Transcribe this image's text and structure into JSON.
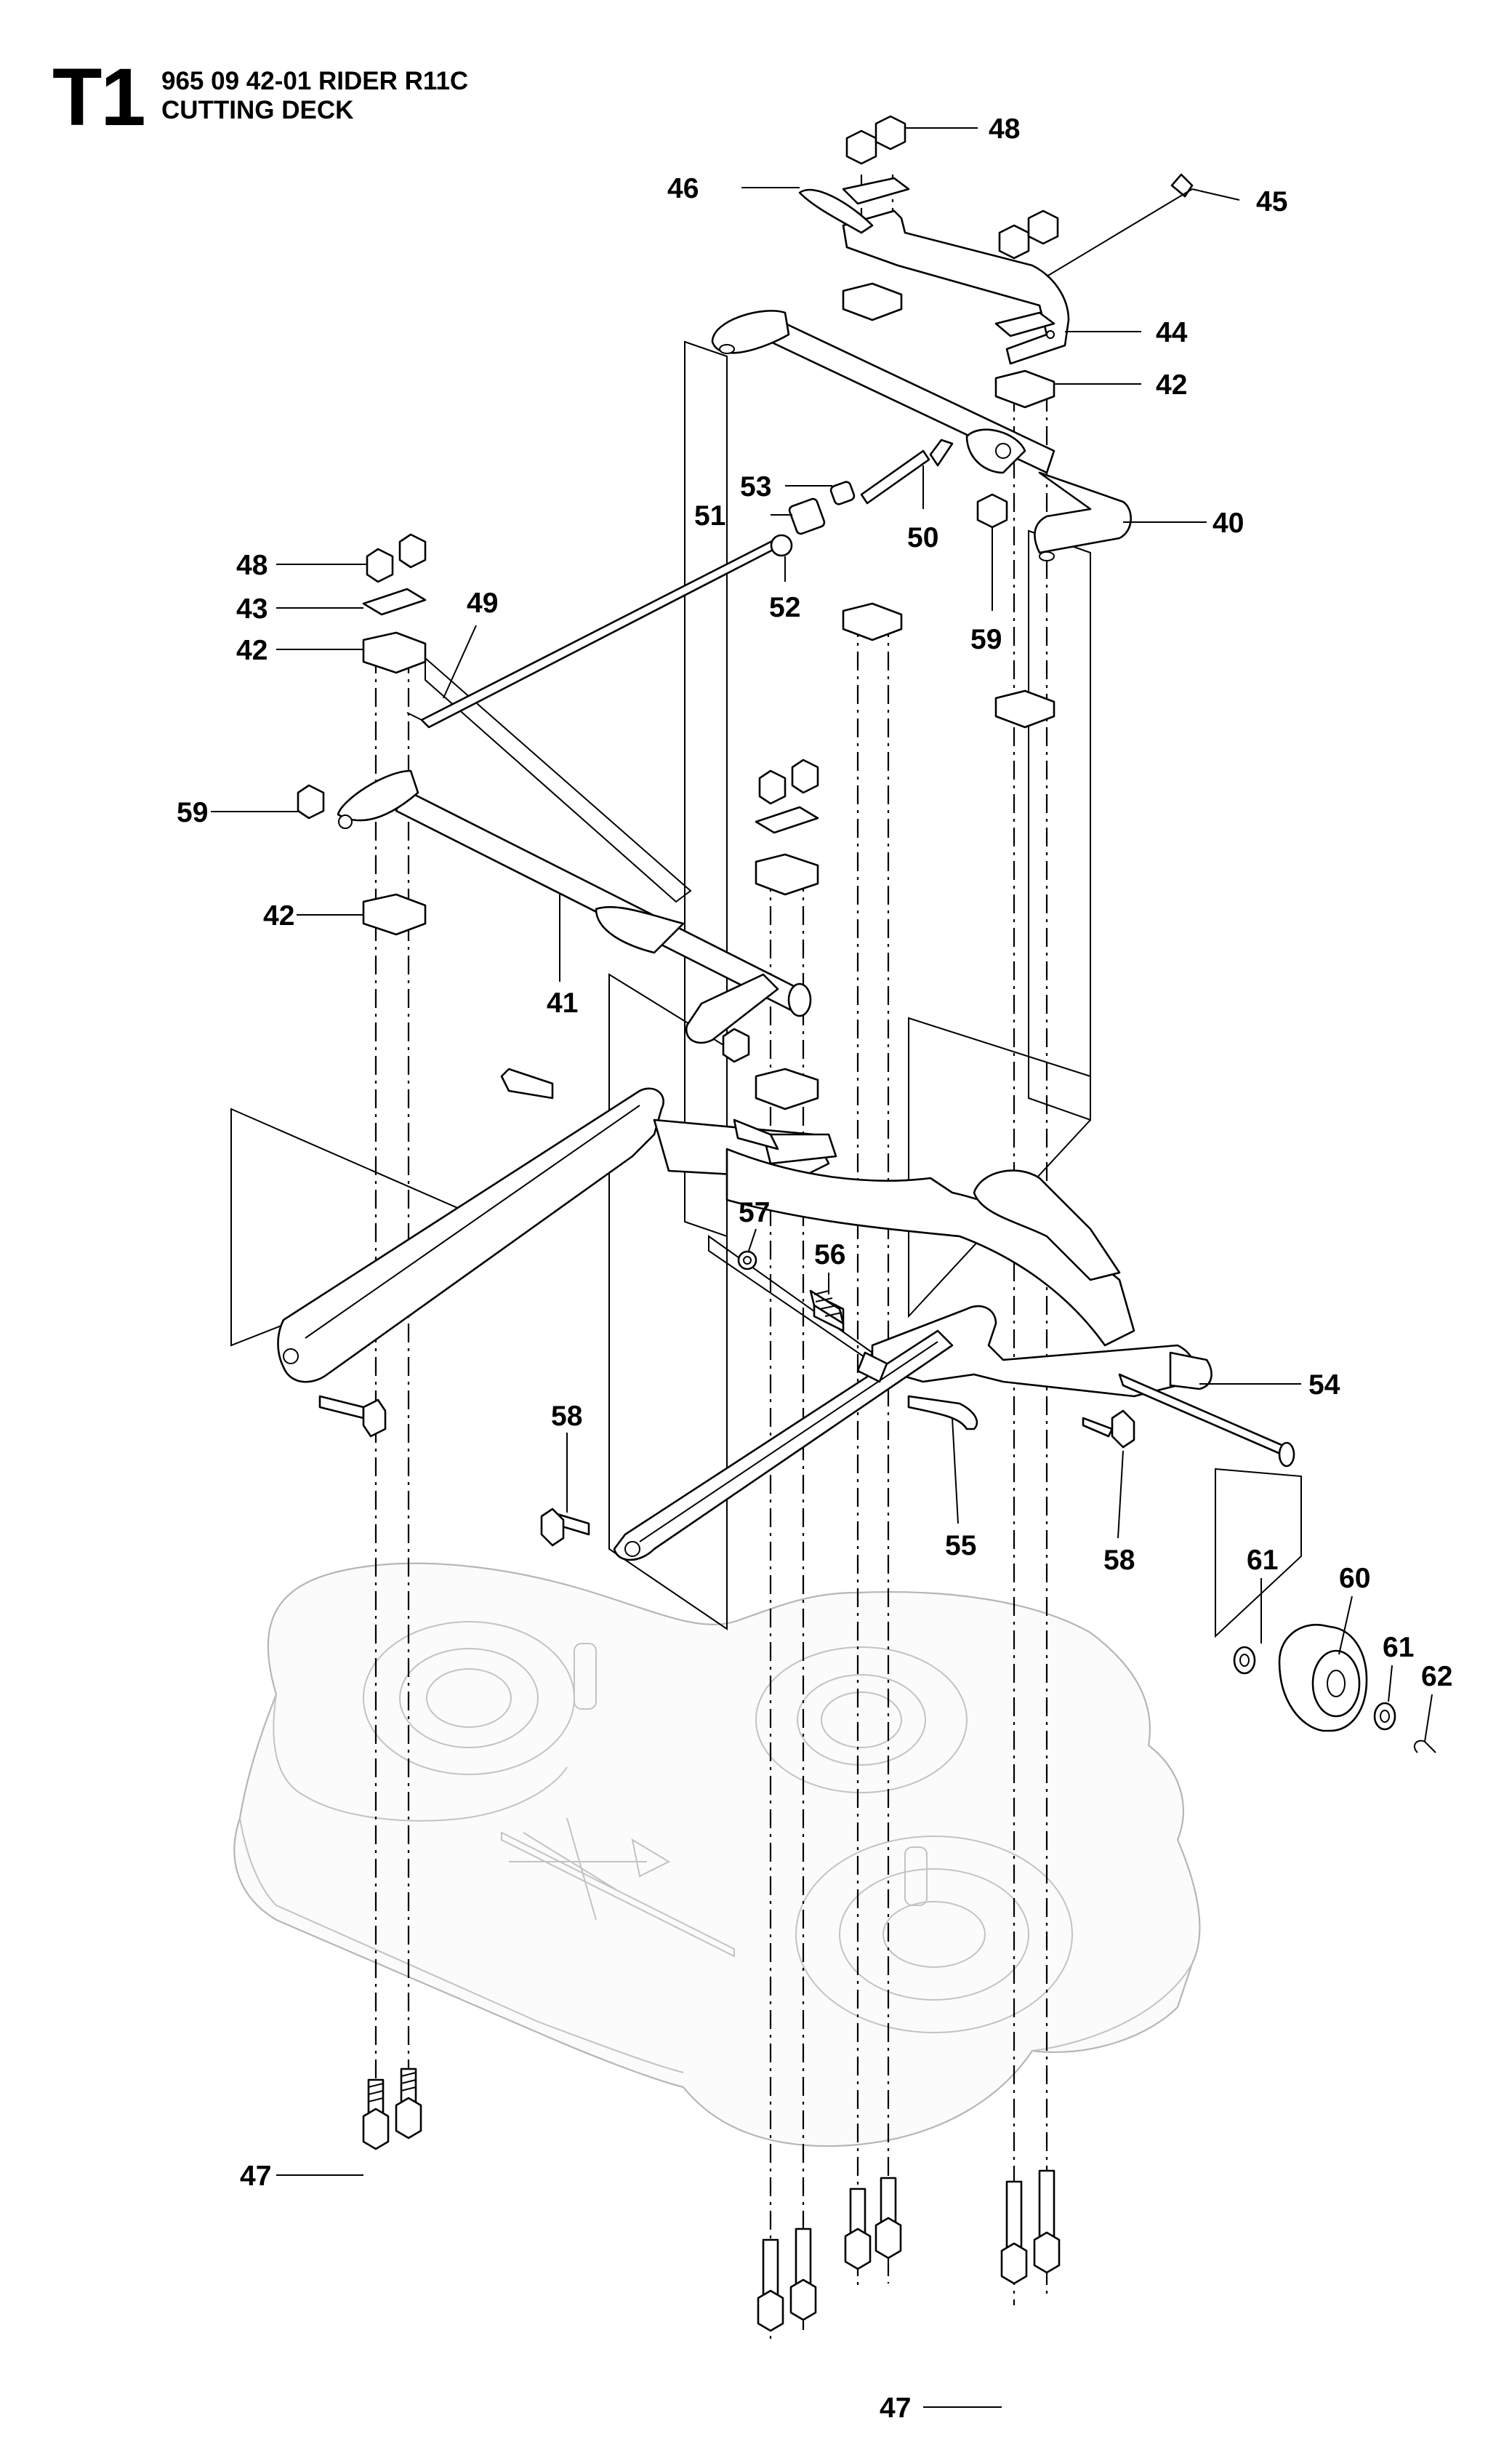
{
  "header": {
    "section_code": "T1",
    "model_line": "965 09 42-01 RIDER R11C",
    "assembly_name": "CUTTING DECK"
  },
  "callouts": {
    "c40": "40",
    "c41": "41",
    "c42a": "42",
    "c42b": "42",
    "c42c": "42",
    "c43": "43",
    "c44": "44",
    "c45": "45",
    "c46": "46",
    "c47a": "47",
    "c47b": "47",
    "c48a": "48",
    "c48b": "48",
    "c49": "49",
    "c50": "50",
    "c51": "51",
    "c52": "52",
    "c53": "53",
    "c54": "54",
    "c55": "55",
    "c56": "56",
    "c57": "57",
    "c58a": "58",
    "c58b": "58",
    "c59a": "59",
    "c59b": "59",
    "c60": "60",
    "c61a": "61",
    "c61b": "61",
    "c62": "62"
  }
}
